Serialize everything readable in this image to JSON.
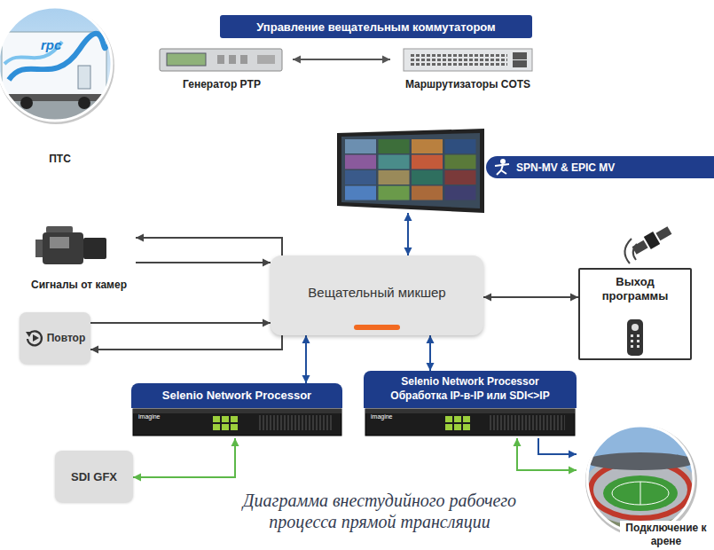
{
  "diagram": {
    "caption": "Диаграмма внестудийного рабочего процесса прямой трансляции",
    "nodes": [
      {
        "text": [
          "Управление вещательным коммутатором"
        ]
      },
      {
        "text": [
          "ПТС"
        ]
      },
      {
        "text": [
          "Генератор PTP"
        ]
      },
      {
        "text": [
          "Маршрутизаторы COTS"
        ]
      },
      {
        "text": [
          "SPN-MV & EPIC MV"
        ]
      },
      {
        "text": [
          "Сигналы от камер"
        ]
      },
      {
        "text": [
          "Вещательный микшер"
        ]
      },
      {
        "text": [
          "Выход программы"
        ]
      },
      {
        "text": [
          "Повтор"
        ]
      },
      {
        "text": [
          "Selenio Network Processor"
        ]
      },
      {
        "text": [
          "Selenio Network Processor",
          "Обработка IP-в-IP или SDI<>IP"
        ]
      },
      {
        "text": [
          "SDI GFX"
        ]
      },
      {
        "text": [
          "Подключение к арене"
        ]
      }
    ],
    "edges": [
      {
        "from": 2,
        "to": 3,
        "arrow": "both"
      },
      {
        "from": 6,
        "to": 4,
        "arrow": "both"
      },
      {
        "from": 5,
        "to": 6,
        "arrow": "to"
      },
      {
        "from": 6,
        "to": 5,
        "arrow": "to"
      },
      {
        "from": 8,
        "to": 6,
        "arrow": "to"
      },
      {
        "from": 6,
        "to": 8,
        "arrow": "to"
      },
      {
        "from": 6,
        "to": 7,
        "arrow": "both"
      },
      {
        "from": 6,
        "to": 9,
        "arrow": "both"
      },
      {
        "from": 6,
        "to": 10,
        "arrow": "both"
      },
      {
        "from": 11,
        "to": 9,
        "arrow": "both"
      },
      {
        "from": 10,
        "to": 12,
        "arrow": "both"
      },
      {
        "from": 10,
        "to": 12,
        "arrow": "to"
      }
    ],
    "labels": [
      "rpc",
      "imagine",
      "imagine"
    ]
  }
}
